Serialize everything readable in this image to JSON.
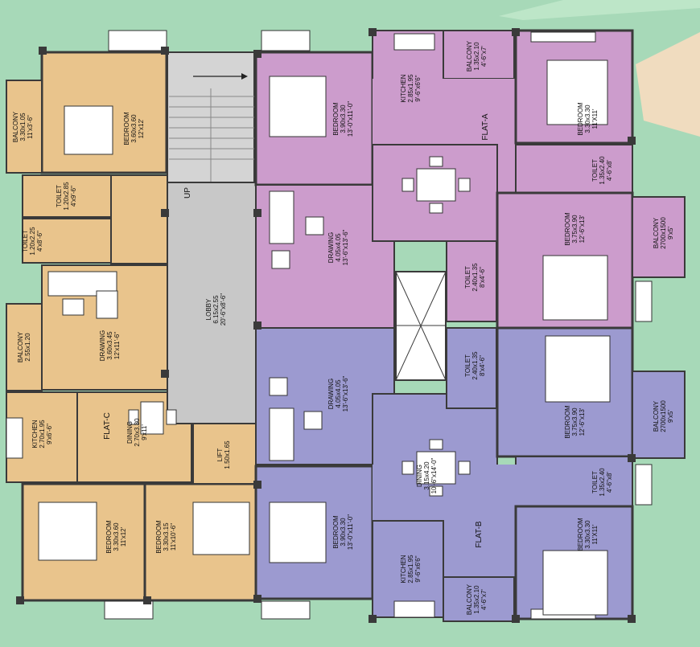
{
  "colors": {
    "background": "#a7d9b8",
    "flat_a": "#cc9ccc",
    "flat_b": "#9c9ad0",
    "flat_c": "#e9c48c",
    "lobby": "#c8c8c8",
    "wall": "#3a3a3a",
    "accent_peach": "#f8dcc0"
  },
  "flat_a": {
    "name": "FLAT-A",
    "balcony": {
      "name": "BALCONY",
      "metric": "1.35x2.10",
      "imperial": "4'-6\"x7'"
    },
    "kitchen": {
      "name": "KITCHEN",
      "metric": "2.85x1.95",
      "imperial": "9'-6\"x6'6\""
    },
    "bedroom_left": {
      "name": "BEDROOM",
      "metric": "3.90x3.30",
      "imperial": "13'-0\"x11'-0\""
    },
    "bedroom_right": {
      "name": "BEDROOM",
      "metric": "3.30x3.30",
      "imperial": "11'X11'"
    },
    "toilet_right": {
      "name": "TOILET",
      "metric": "1.35x2.40",
      "imperial": "4'-6\"x8'"
    },
    "bedroom_lower": {
      "name": "BEDROOM",
      "metric": "3.75x3.90",
      "imperial": "12'-6\"x13'"
    },
    "drawing": {
      "name": "DRAWING",
      "metric": "4.05x4.05",
      "imperial": "13'-6\"x13'-6\""
    },
    "toilet_center": {
      "name": "TOILET",
      "metric": "2.40x1.35",
      "imperial": "8'x4'-6\""
    },
    "balcony_side": {
      "name": "BALCONY",
      "metric": "2700x1500",
      "imperial": "9'x5'"
    }
  },
  "flat_b": {
    "name": "FLAT-B",
    "drawing": {
      "name": "DRAWING",
      "metric": "4.05x4.05",
      "imperial": "13'-6\"x13'-6\""
    },
    "dining": {
      "name": "DINING",
      "metric": "3.15x4.20",
      "imperial": "10'-6\"x14'-0\""
    },
    "toilet_center": {
      "name": "TOILET",
      "metric": "2.40x1.35",
      "imperial": "8'x4'-6\""
    },
    "bedroom_right": {
      "name": "BEDROOM",
      "metric": "3.75x3.90",
      "imperial": "12'-6\"x13'"
    },
    "balcony_side": {
      "name": "BALCONY",
      "metric": "2700x1500",
      "imperial": "9'x5'"
    },
    "toilet_right": {
      "name": "TOILET",
      "metric": "1.35x2.40",
      "imperial": "4'-6\"x8'"
    },
    "bedroom_left": {
      "name": "BEDROOM",
      "metric": "3.90x3.30",
      "imperial": "13'-0\"x11'-0\""
    },
    "kitchen": {
      "name": "KITCHEN",
      "metric": "2.85x1.95",
      "imperial": "9'-6\"x6'6\""
    },
    "bedroom_lower_right": {
      "name": "BEDROOM",
      "metric": "3.30x3.30",
      "imperial": "11'X11'"
    },
    "balcony": {
      "name": "BALCONY",
      "metric": "1.35x2.10",
      "imperial": "4'-6\"x7'"
    }
  },
  "flat_c": {
    "name": "FLAT-C",
    "balcony_top": {
      "name": "BALCONY",
      "metric": "3.30x1.05",
      "imperial": "11'x3'-6\""
    },
    "bedroom_top": {
      "name": "BEDROOM",
      "metric": "3.60x3.60",
      "imperial": "12'x12'"
    },
    "toilet_1": {
      "name": "TOILET",
      "metric": "1.20x2.85",
      "imperial": "4'x9'-6\""
    },
    "toilet_2": {
      "name": "TOILET",
      "metric": "1.20x2.25",
      "imperial": "4'x8'-6\""
    },
    "balcony_left": {
      "name": "BALCONY",
      "metric": "2.55x1.20",
      "imperial": ""
    },
    "drawing": {
      "name": "DRAWING",
      "metric": "3.60x3.45",
      "imperial": "12'x11'-6\""
    },
    "dining": {
      "name": "DINING",
      "metric": "2.70x3.30",
      "imperial": "9'x11'"
    },
    "kitchen": {
      "name": "KITCHEN",
      "metric": "2.70x1.95",
      "imperial": "9'x6'-6\""
    },
    "bedroom_bl": {
      "name": "BEDROOM",
      "metric": "3.30x3.60",
      "imperial": "11'x12'"
    },
    "bedroom_br": {
      "name": "BEDROOM",
      "metric": "3.30x3.15",
      "imperial": "11'x10'-6\""
    }
  },
  "common": {
    "lobby": {
      "name": "LOBBY",
      "metric": "6.15x2.55",
      "imperial": "20'-6\"x8'-6\""
    },
    "lift": {
      "name": "LIFT",
      "metric": "1.50x1.65"
    },
    "stair_label": "UP"
  }
}
